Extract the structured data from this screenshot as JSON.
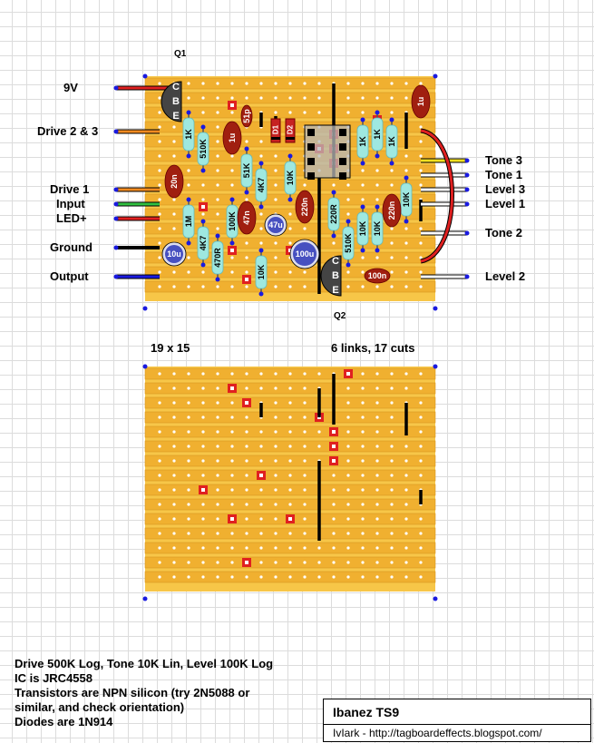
{
  "left_labels": [
    "9V",
    "Drive 2 & 3",
    "Drive 1",
    "Input",
    "LED+",
    "Ground",
    "Output"
  ],
  "right_labels": [
    "Tone 3",
    "Tone 1",
    "Level 3",
    "Level 1",
    "Tone 2",
    "Level 2"
  ],
  "q1_label": "Q1",
  "q2_label": "Q2",
  "q1_pins": [
    "C",
    "B",
    "E"
  ],
  "q2_pins": [
    "C",
    "B",
    "E"
  ],
  "board_size": "19 x 15",
  "links_cuts": "6 links, 17 cuts",
  "notes": [
    "Drive 500K Log, Tone 10K Lin, Level 100K Log",
    "IC is JRC4558",
    "Transistors are NPN silicon (try 2N5088 or",
    "similar, and check orientation)",
    "Diodes are 1N914"
  ],
  "title": "Ibanez TS9",
  "credit": "IvIark - http://tagboardeffects.blogspot.com/",
  "resistors": [
    "1K",
    "510K",
    "51K",
    "4K7",
    "10K",
    "1K",
    "1K",
    "1K",
    "10K",
    "220R",
    "510K",
    "10K",
    "10K",
    "1M",
    "4K7",
    "470R",
    "100K",
    "10K"
  ],
  "caps": [
    "1u",
    "51p",
    "1u",
    "20n",
    "47n",
    "220n",
    "220n",
    "1u",
    "100n"
  ],
  "electrolytics": [
    "47u",
    "10u",
    "100u"
  ],
  "diodes": [
    "D1",
    "D2"
  ],
  "colors": {
    "strip": "#f0b030",
    "board": "#f7c648",
    "resistor": "#9ee8e0",
    "cap": "#a01f10",
    "electro": "#4750c0",
    "wire_red": "#e02020",
    "wire_blue": "#1a1ae0",
    "wire_orange": "#f08a20",
    "wire_green": "#30c040",
    "wire_black": "#000000",
    "wire_white": "#ffffff"
  }
}
